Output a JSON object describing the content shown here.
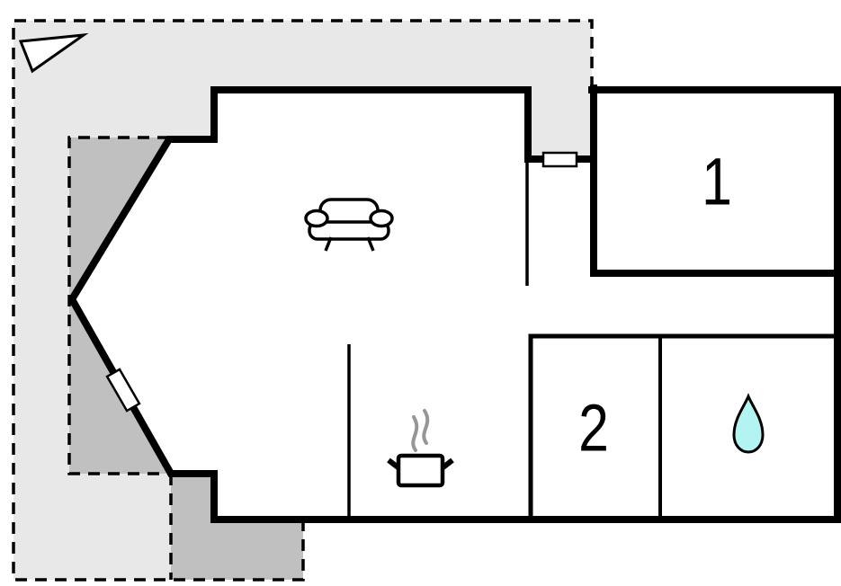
{
  "plan": {
    "rooms": {
      "bedroom1": {
        "label": "1"
      },
      "bedroom2": {
        "label": "2"
      }
    },
    "icons": {
      "north_arrow": "north-arrow-icon",
      "sofa": "sofa-icon",
      "stove": "cooking-pot-steam-icon",
      "bathroom": "water-drop-icon",
      "windows": [
        "window-marker-top",
        "window-marker-diagonal"
      ]
    },
    "colors": {
      "background": "#ffffff",
      "wall": "#000000",
      "garden_area": "#e8e8e8",
      "terrace": "#c0c0c0",
      "interior": "#ffffff",
      "water_drop_fill": "#b3f3f1",
      "steam": "#969696",
      "window_fill": "#ffffff"
    }
  }
}
